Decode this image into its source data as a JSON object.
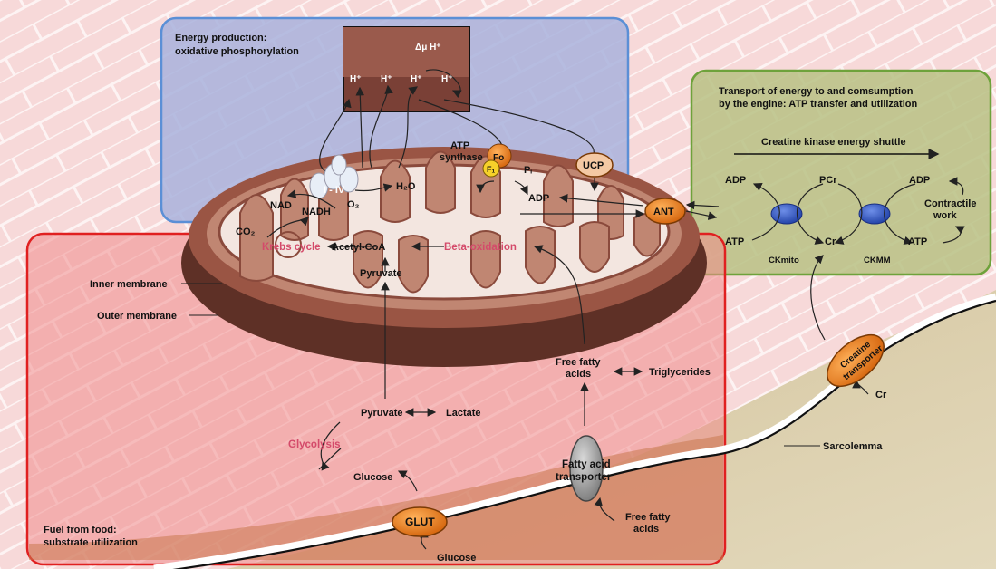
{
  "boxes": {
    "energy_production": [
      "Energy production:",
      "oxidative phosphorylation"
    ],
    "transport": [
      "Transport of energy to and comsumption",
      "by the engine: ATP transfer and utilization"
    ],
    "fuel": [
      "Fuel from food:",
      "substrate utilization"
    ]
  },
  "gradient": {
    "delta_mu": "Δμ H⁺",
    "h_plus": "H⁺"
  },
  "mito": {
    "complexes": "I - IV",
    "nad": "NAD",
    "nadh": "NADH",
    "o2": "O₂",
    "h2o": "H₂O",
    "co2": "CO₂",
    "krebs": "Krebs cycle",
    "acetyl": "Acetyl-CoA",
    "beta": "Beta-oxidation",
    "pyruvate": "Pyruvate",
    "atp_synthase": [
      "ATP",
      "synthase"
    ],
    "fo": "Fo",
    "f1": "F₁",
    "pi": "Pᵢ",
    "adp": "ADP",
    "ucp": "UCP",
    "ant": "ANT"
  },
  "membranes": {
    "inner": "Inner membrane",
    "outer": "Outer membrane"
  },
  "shuttle": {
    "title": "Creatine kinase energy shuttle",
    "adp_left": "ADP",
    "atp_left": "ATP",
    "pcr": "PCr",
    "cr": "Cr",
    "adp_right": "ADP",
    "atp_right": "ATP",
    "contractile": [
      "Contractile",
      "work"
    ],
    "ck_mito": "CKmito",
    "ck_mm": "CKMM"
  },
  "cytosol": {
    "pyruvate": "Pyruvate",
    "lactate": "Lactate",
    "glycolysis": "Glycolysis",
    "glucose": "Glucose",
    "ffa": [
      "Free fatty",
      "acids"
    ],
    "triglycerides": "Triglycerides",
    "fa_transporter": [
      "Fatty acid",
      "transporter"
    ],
    "glut": "GLUT",
    "ext_glucose": "Glucose",
    "ext_ffa": [
      "Free fatty",
      "acids"
    ],
    "creatine_transporter": [
      "Creatine",
      "transporter"
    ],
    "ext_cr": "Cr",
    "sarcolemma": "Sarcolemma"
  },
  "colors": {
    "mito_outer": "#8a4a3c",
    "mito_inner": "#b97a66",
    "matrix": "#f3e6e0",
    "blue_box": "#5b8fd6",
    "green_box": "#6ea23b",
    "red_box": "#e02020",
    "orange": "#e67a10"
  }
}
